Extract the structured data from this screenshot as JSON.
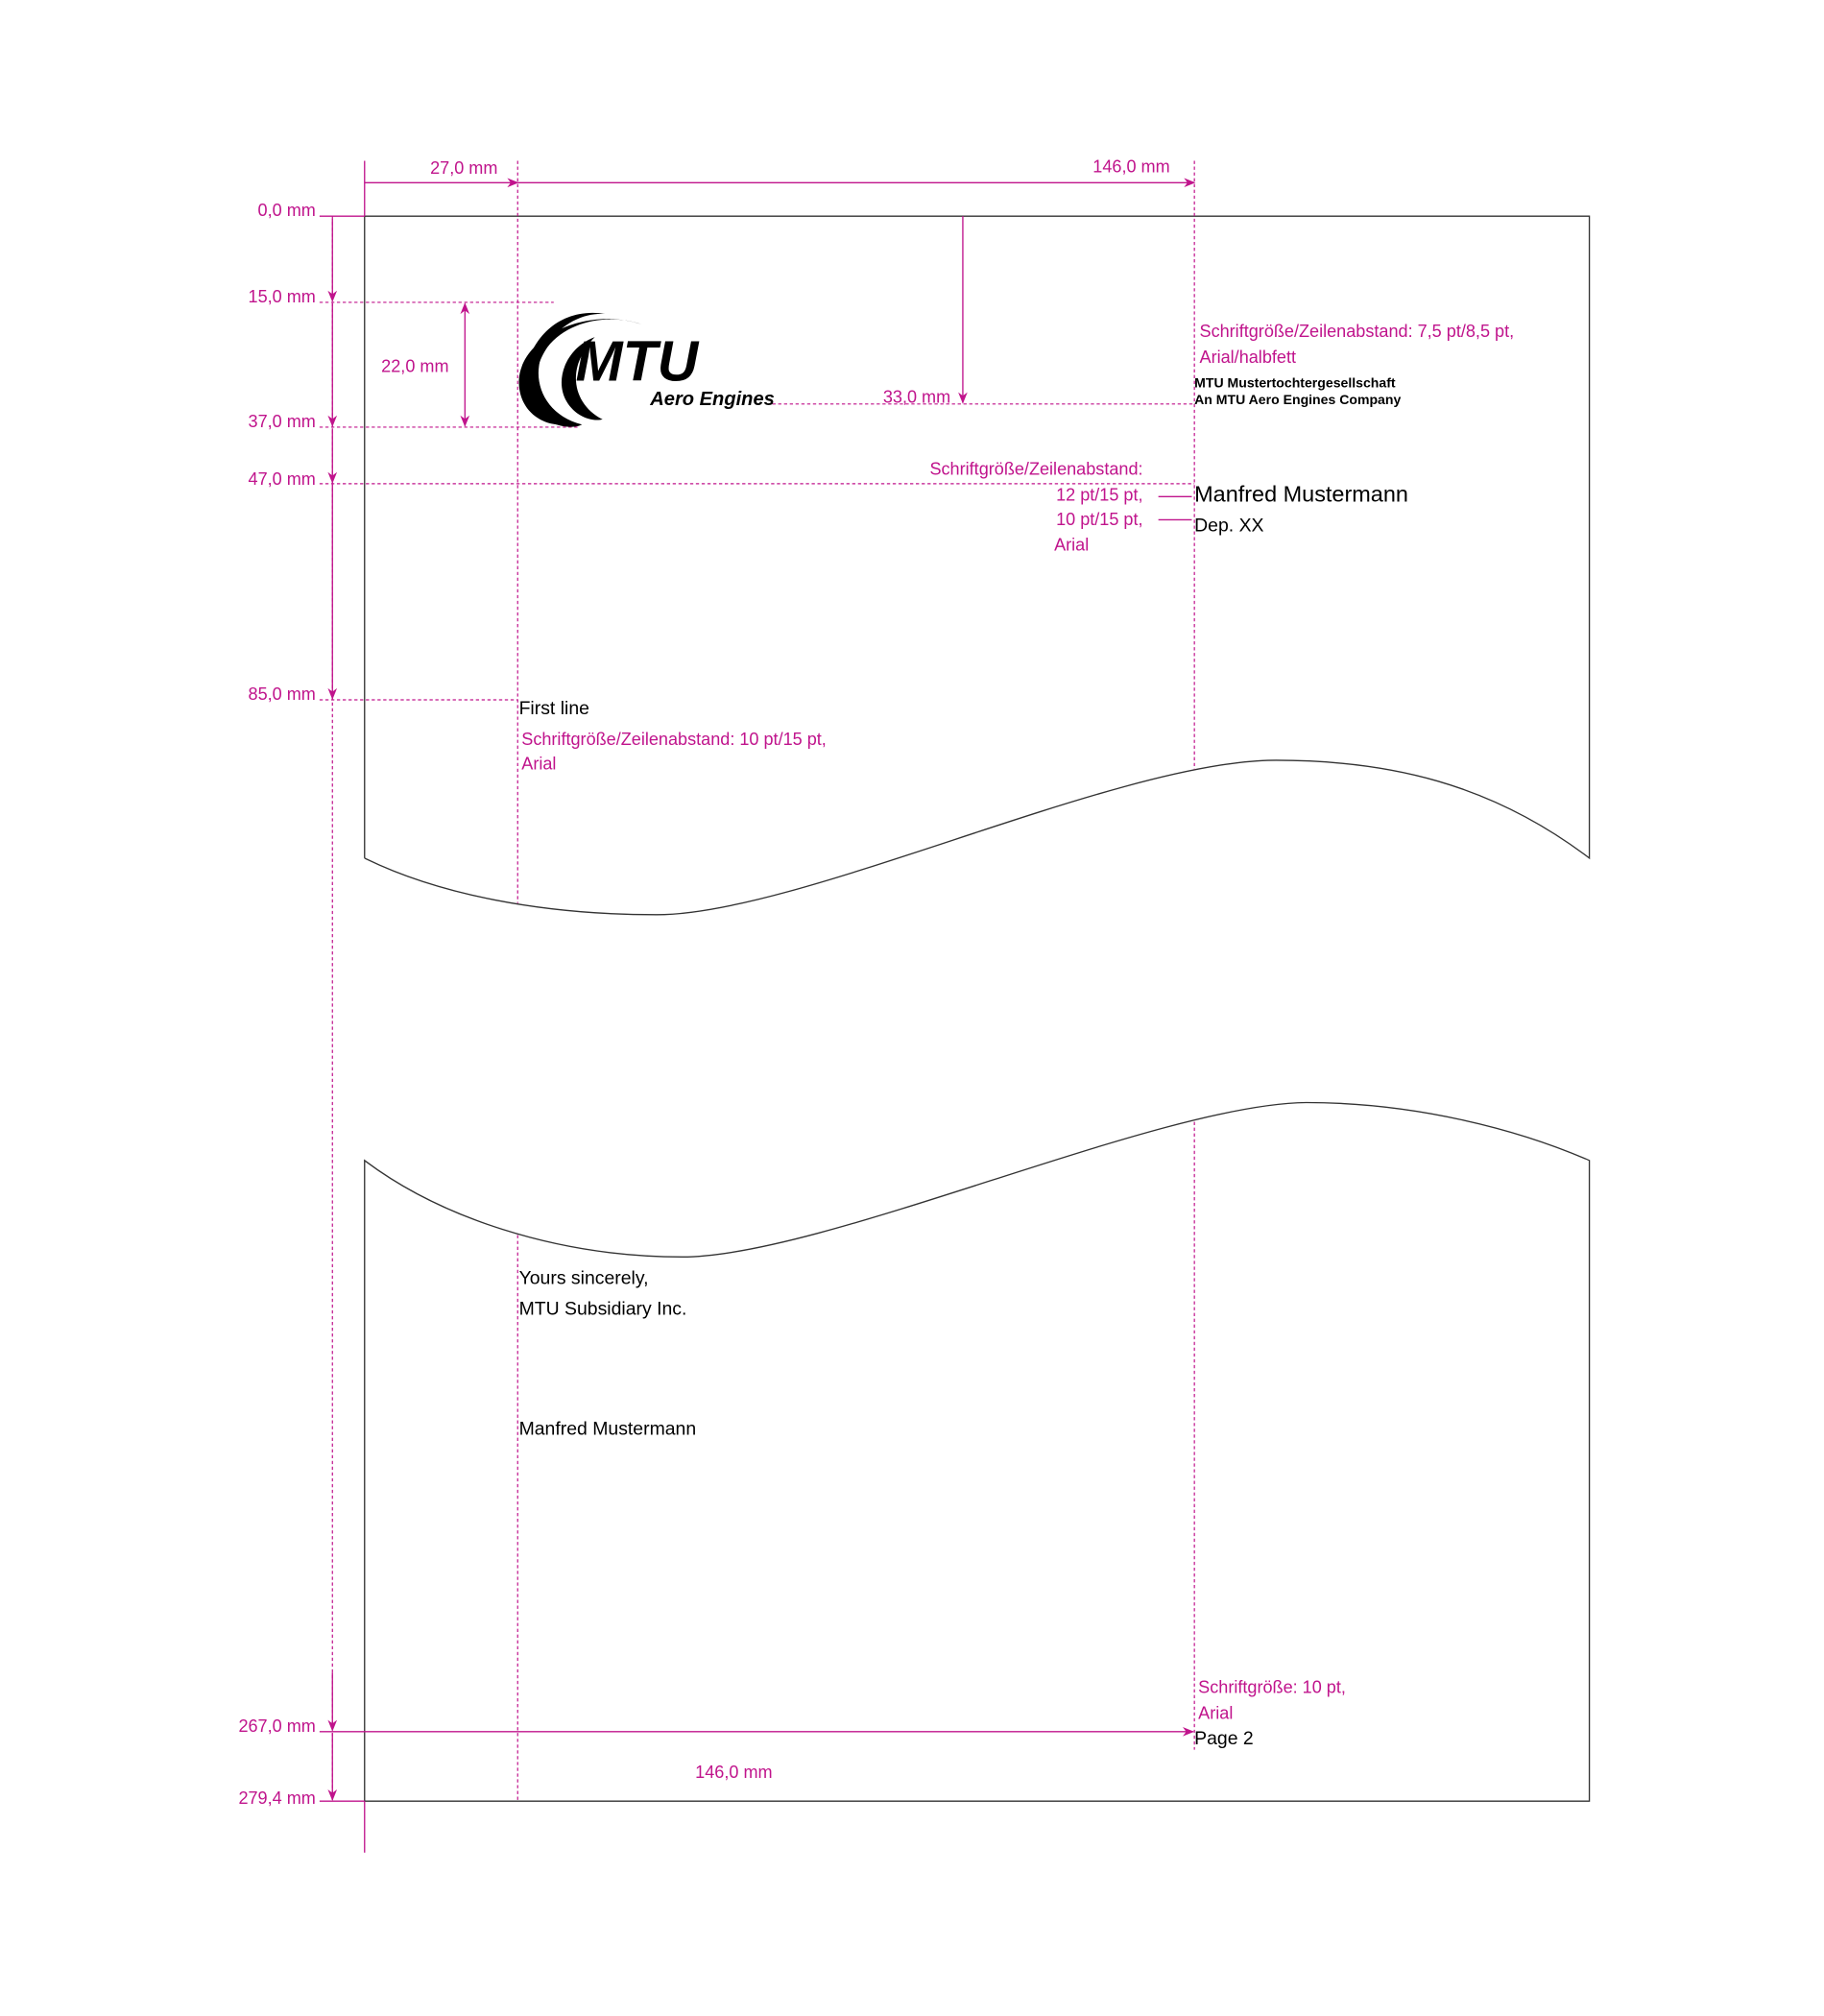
{
  "dimensions": {
    "left_margin": "27,0 mm",
    "text_width_top": "146,0 mm",
    "text_width_bottom": "146,0 mm",
    "logo_height": "22,0 mm",
    "logo_baseline": "33,0 mm",
    "vertical": [
      "0,0 mm",
      "15,0 mm",
      "37,0 mm",
      "47,0 mm",
      "85,0 mm",
      "267,0 mm",
      "279,4 mm"
    ]
  },
  "logo": {
    "brand": "MTU",
    "sub": "Aero Engines"
  },
  "sender_spec": [
    "Schriftgröße/Zeilenabstand: 7,5 pt/8,5 pt,",
    "Arial/halbfett"
  ],
  "sender": [
    "MTU Mustertochtergesellschaft",
    "An MTU Aero Engines Company"
  ],
  "recipient_spec": [
    "Schriftgröße/Zeilenabstand:",
    "12 pt/15 pt,",
    "10 pt/15 pt,",
    "Arial"
  ],
  "recipient": {
    "name": "Manfred Mustermann",
    "dept": "Dep. XX"
  },
  "body": {
    "first_line": "First line",
    "spec": [
      "Schriftgröße/Zeilenabstand: 10 pt/15 pt,",
      "Arial"
    ]
  },
  "closing": {
    "greeting": "Yours sincerely,",
    "company": "MTU Subsidiary Inc.",
    "signature": "Manfred Mustermann"
  },
  "footer": {
    "spec": [
      "Schriftgröße: 10 pt,",
      "Arial"
    ],
    "page": "Page 2"
  },
  "colors": {
    "annotation": "#c0148c",
    "text": "#000000"
  }
}
